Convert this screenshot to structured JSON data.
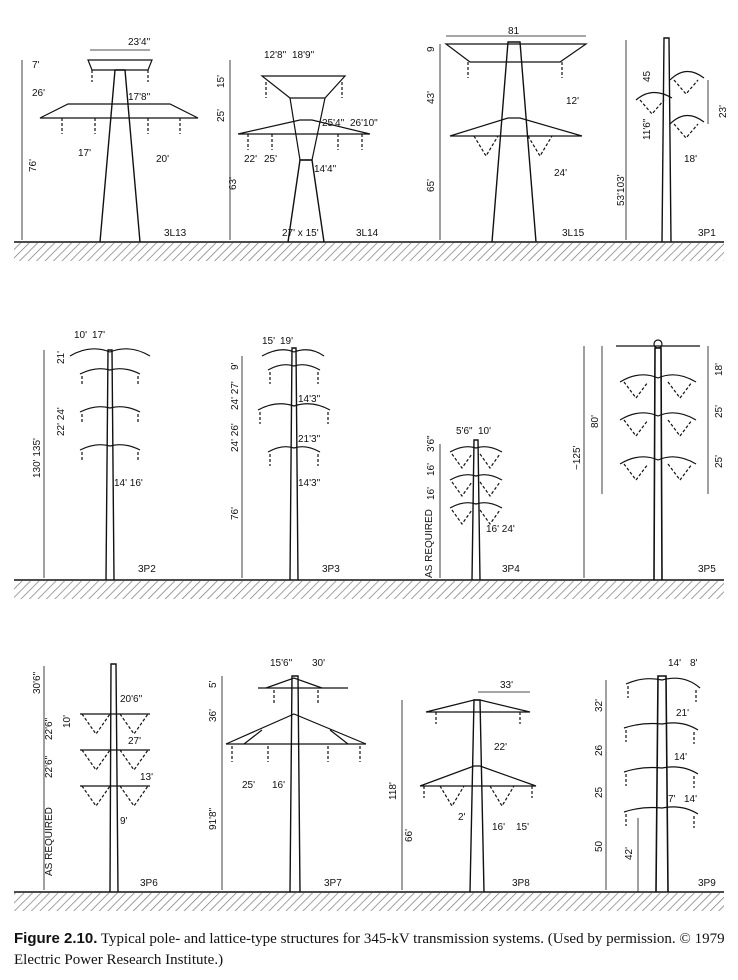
{
  "colors": {
    "ink": "#111111",
    "ground": "#8a8a8a",
    "paper": "#ffffff"
  },
  "structures": [
    {
      "id": "3L13",
      "dims": [
        "23'4\"",
        "7'",
        "26'",
        "17'8\"",
        "17'",
        "20'",
        "76'"
      ]
    },
    {
      "id": "3L14",
      "dims": [
        "12'8\"",
        "18'9\"",
        "15'",
        "25'",
        "25'4\"",
        "26'10\"",
        "22'",
        "25'",
        "14'4\"",
        "63'",
        "27' x 15'"
      ]
    },
    {
      "id": "3L15",
      "dims": [
        "81",
        "9",
        "12'",
        "43'",
        "24'",
        "65'"
      ]
    },
    {
      "id": "3P1",
      "dims": [
        "45",
        "23'",
        "11'6\"",
        "18'",
        "53'103'"
      ]
    },
    {
      "id": "3P2",
      "dims": [
        "10'",
        "17'",
        "21'",
        "22' 24'",
        "130' 135'",
        "14' 16'"
      ]
    },
    {
      "id": "3P3",
      "dims": [
        "15'",
        "19'",
        "9'",
        "24' 27'",
        "14'3\"",
        "24' 26'",
        "21'3\"",
        "14'3\"",
        "76'"
      ]
    },
    {
      "id": "3P4",
      "dims": [
        "5'6\"",
        "10'",
        "3'6\"",
        "16'",
        "16'",
        "16' 24'",
        "AS REQUIRED"
      ]
    },
    {
      "id": "3P5",
      "dims": [
        "18'",
        "80'",
        "~125'",
        "25'",
        "25'"
      ]
    },
    {
      "id": "3P6",
      "dims": [
        "30'6\"",
        "20'6\"",
        "10'",
        "22'6\"",
        "27'",
        "22'6\"",
        "13'",
        "9'",
        "AS REQUIRED"
      ]
    },
    {
      "id": "3P7",
      "dims": [
        "15'6\"",
        "30'",
        "5'",
        "36'",
        "25'",
        "16'",
        "91'8\""
      ]
    },
    {
      "id": "3P8",
      "dims": [
        "33'",
        "22'",
        "118'",
        "2'",
        "16'",
        "15'",
        "66'"
      ]
    },
    {
      "id": "3P9",
      "dims": [
        "14'",
        "8'",
        "32'",
        "21'",
        "26",
        "14'",
        "25",
        "7'",
        "14'",
        "50",
        "42'"
      ]
    }
  ],
  "caption": {
    "figure": "Figure 2.10.",
    "text": "Typical pole- and lattice-type structures for 345-kV transmission systems. (Used by permission. © 1979 Electric Power Research Institute.)"
  }
}
